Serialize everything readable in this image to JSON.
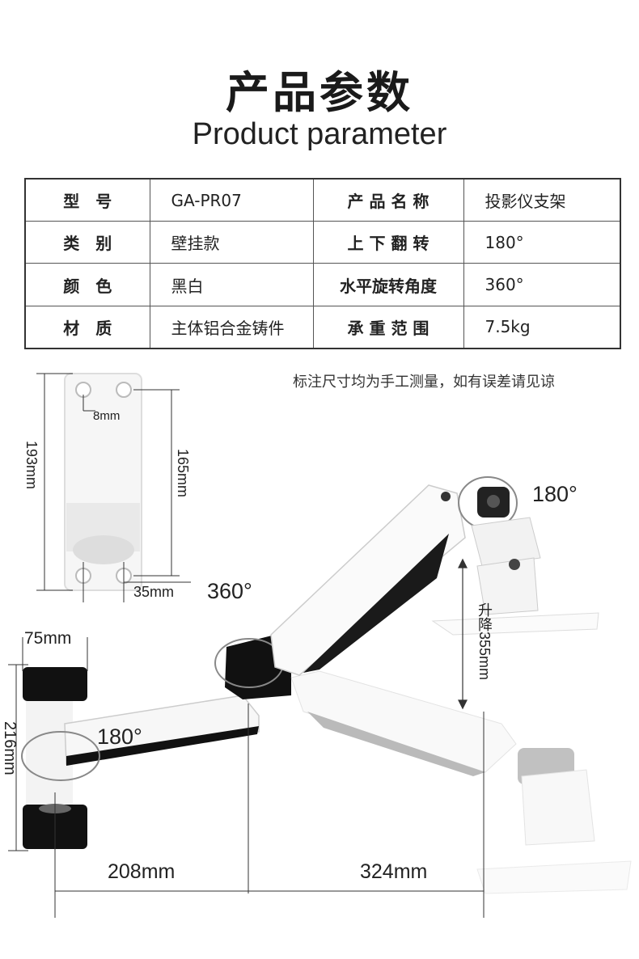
{
  "header": {
    "title_cn": "产品参数",
    "title_en": "Product parameter"
  },
  "spec_table": {
    "rows": [
      {
        "label1": "型　号",
        "value1": "GA-PR07",
        "label2": "产 品 名 称",
        "value2": "投影仪支架"
      },
      {
        "label1": "类　别",
        "value1": "壁挂款",
        "label2": "上 下 翻 转",
        "value2": "180°"
      },
      {
        "label1": "颜　色",
        "value1": "黑白",
        "label2": "水平旋转角度",
        "value2": "360°"
      },
      {
        "label1": "材　质",
        "value1": "主体铝合金铸件",
        "label2": "承 重 范 围",
        "value2": "7.5kg"
      }
    ]
  },
  "note": "标注尺寸均为手工测量，如有误差请见谅",
  "dimensions": {
    "hole_spacing": "8mm",
    "plate_height_total": "193mm",
    "plate_height_inner": "165mm",
    "plate_width": "35mm",
    "rotation_horizontal": "360°",
    "clamp_width": "75mm",
    "clamp_height": "216mm",
    "rotation_clamp": "180°",
    "tilt": "180°",
    "lift": "升降355mm",
    "arm1_length": "208mm",
    "arm2_length": "324mm"
  }
}
